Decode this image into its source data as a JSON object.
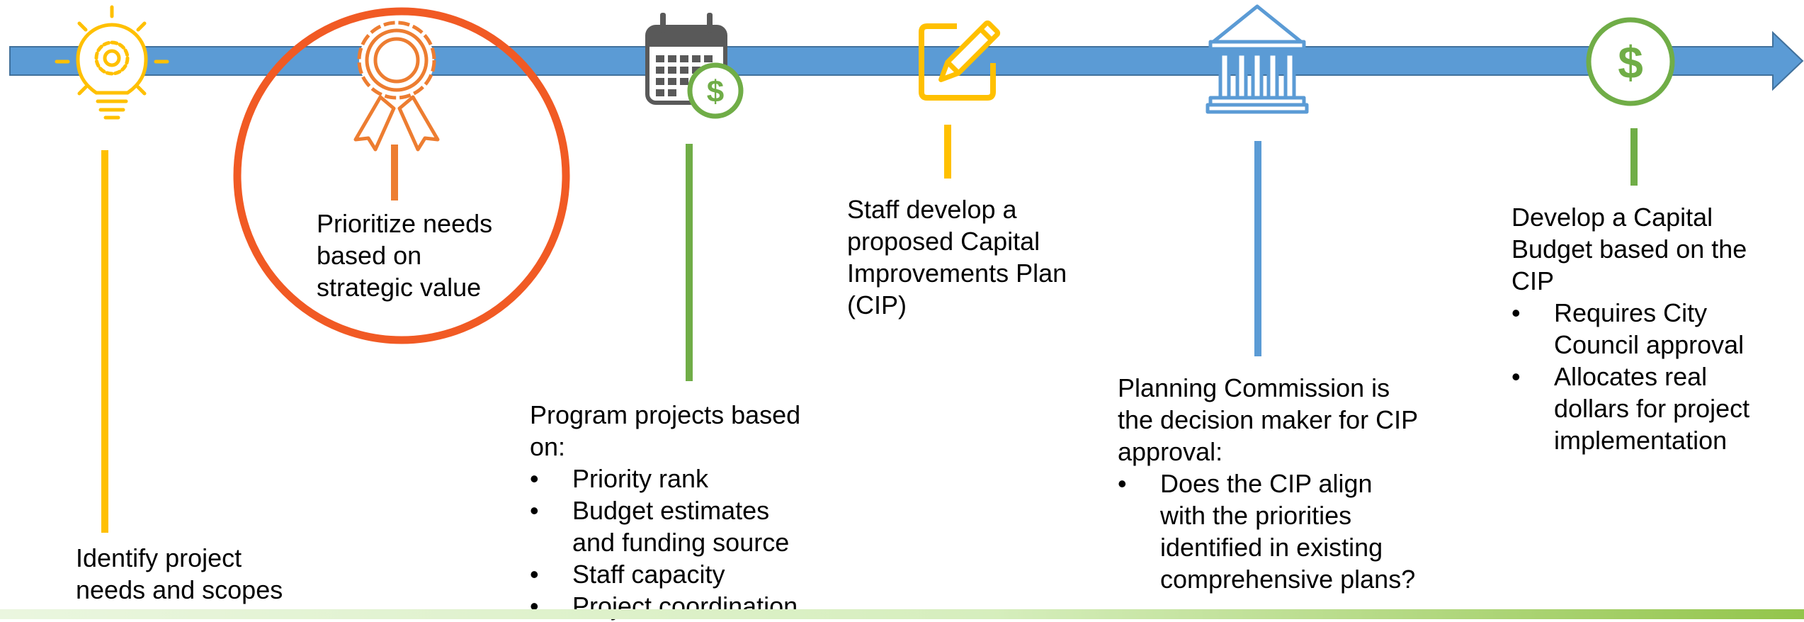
{
  "colors": {
    "arrow": "#5b9bd5",
    "arrow_stroke": "#41719c",
    "yellow": "#ffc000",
    "orange": "#ed7d31",
    "red_circle": "#f15a24",
    "green": "#70ad47",
    "blue": "#5b9bd5",
    "gray": "#595959"
  },
  "steps": [
    {
      "id": "identify",
      "icon": "lightbulb-gear-icon",
      "color": "yellow",
      "text_lines": [
        "Identify project",
        "needs and scopes"
      ],
      "bullets": []
    },
    {
      "id": "prioritize",
      "icon": "award-ribbon-icon",
      "color": "orange",
      "highlighted": true,
      "text_lines": [
        "Prioritize needs",
        "based on",
        "strategic value"
      ],
      "bullets": []
    },
    {
      "id": "program",
      "icon": "calendar-dollar-icon",
      "color": "green",
      "text_lines": [
        "Program projects based",
        "on:"
      ],
      "bullets": [
        [
          "Priority rank"
        ],
        [
          "Budget estimates",
          "and funding source"
        ],
        [
          "Staff capacity"
        ],
        [
          "Project coordination"
        ]
      ]
    },
    {
      "id": "staff",
      "icon": "pencil-square-icon",
      "color": "yellow",
      "text_lines": [
        "Staff develop a",
        "proposed Capital",
        "Improvements Plan",
        "(CIP)"
      ],
      "bullets": []
    },
    {
      "id": "commission",
      "icon": "government-building-icon",
      "color": "blue",
      "text_lines": [
        "Planning Commission is",
        "the decision maker for CIP",
        "approval:"
      ],
      "bullets": [
        [
          "Does the CIP align",
          "with the priorities",
          "identified in existing",
          "comprehensive plans?"
        ]
      ]
    },
    {
      "id": "budget",
      "icon": "dollar-circle-icon",
      "color": "green",
      "text_lines": [
        "Develop a Capital",
        "Budget based on the",
        "CIP"
      ],
      "bullets": [
        [
          "Requires City",
          "Council approval"
        ],
        [
          "Allocates real",
          "dollars for project",
          "implementation"
        ]
      ]
    }
  ],
  "dollar_symbol": "$"
}
